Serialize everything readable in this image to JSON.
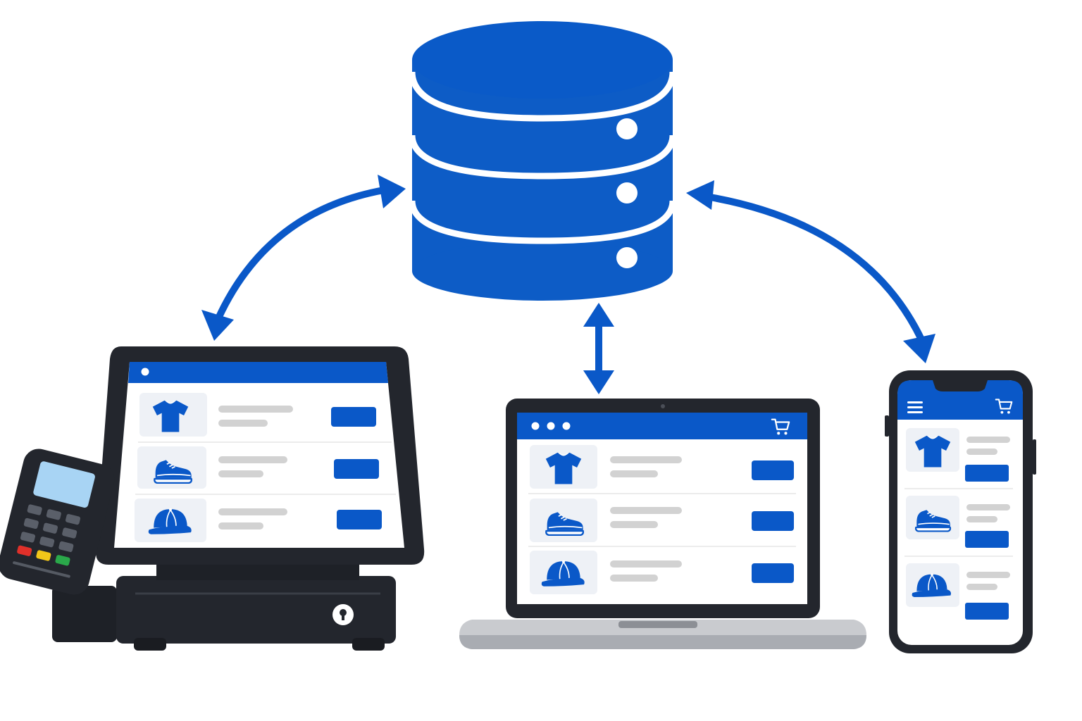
{
  "diagram": {
    "hub": {
      "kind": "database",
      "icon": "database-icon"
    },
    "connections": [
      {
        "from": "database",
        "to": "pos-terminal",
        "direction": "bidirectional"
      },
      {
        "from": "database",
        "to": "laptop",
        "direction": "bidirectional"
      },
      {
        "from": "database",
        "to": "smartphone",
        "direction": "bidirectional"
      }
    ],
    "devices": [
      {
        "kind": "pos-terminal",
        "products": [
          "t-shirt-icon",
          "sneaker-icon",
          "cap-icon"
        ]
      },
      {
        "kind": "laptop",
        "products": [
          "t-shirt-icon",
          "sneaker-icon",
          "cap-icon"
        ],
        "header_icons": [
          "window-dots-icon",
          "cart-icon"
        ]
      },
      {
        "kind": "smartphone",
        "products": [
          "t-shirt-icon",
          "sneaker-icon",
          "cap-icon"
        ],
        "header_icons": [
          "menu-icon",
          "cart-icon"
        ]
      }
    ]
  },
  "colors": {
    "brand_blue": "#0a58c8",
    "database_blue": "#0d5cc6",
    "dark_device": "#23262d",
    "placeholder_gray": "#d2d2d2",
    "laptop_silver": "#c9cbcf",
    "keypad_red": "#e0302a",
    "keypad_yellow": "#f2c619",
    "keypad_green": "#2aa84a",
    "card_display": "#a8d4f4"
  }
}
